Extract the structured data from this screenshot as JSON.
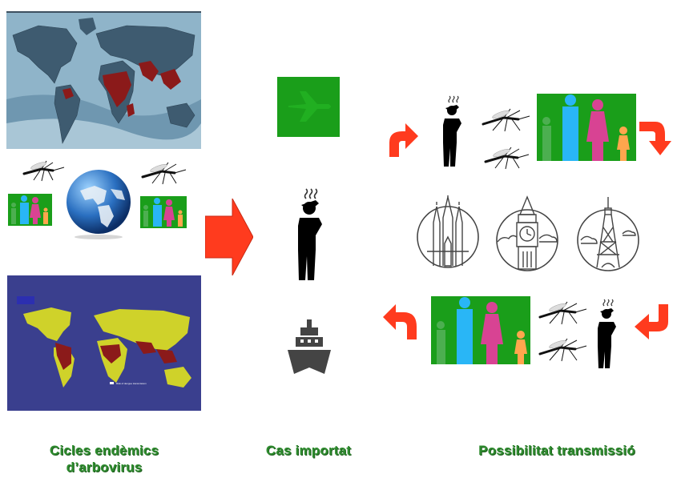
{
  "columns": [
    {
      "id": "endemic",
      "caption_lines": [
        "Cicles endèmics",
        "d’arbovirus"
      ]
    },
    {
      "id": "imported",
      "caption_lines": [
        "Cas importat"
      ]
    },
    {
      "id": "transmission",
      "caption_lines": [
        "Possibilitat transmissió"
      ]
    }
  ],
  "colors": {
    "caption_green": "#2e8b2e",
    "arrow_red": "#ff3b1e",
    "family_green": "#1a9e1a",
    "ocean_dark": "#4a6f86",
    "land_gray": "#3e5b70",
    "endemic_red": "#8b1a1a",
    "map2_bg": "#3a3f8e",
    "map2_land": "#cfd22a"
  },
  "icons": [
    "mosquito-icon",
    "globe-icon",
    "family-icon",
    "sick-person-icon",
    "airplane-icon",
    "ship-icon",
    "sagrada-familia-icon",
    "big-ben-icon",
    "eiffel-tower-icon"
  ]
}
